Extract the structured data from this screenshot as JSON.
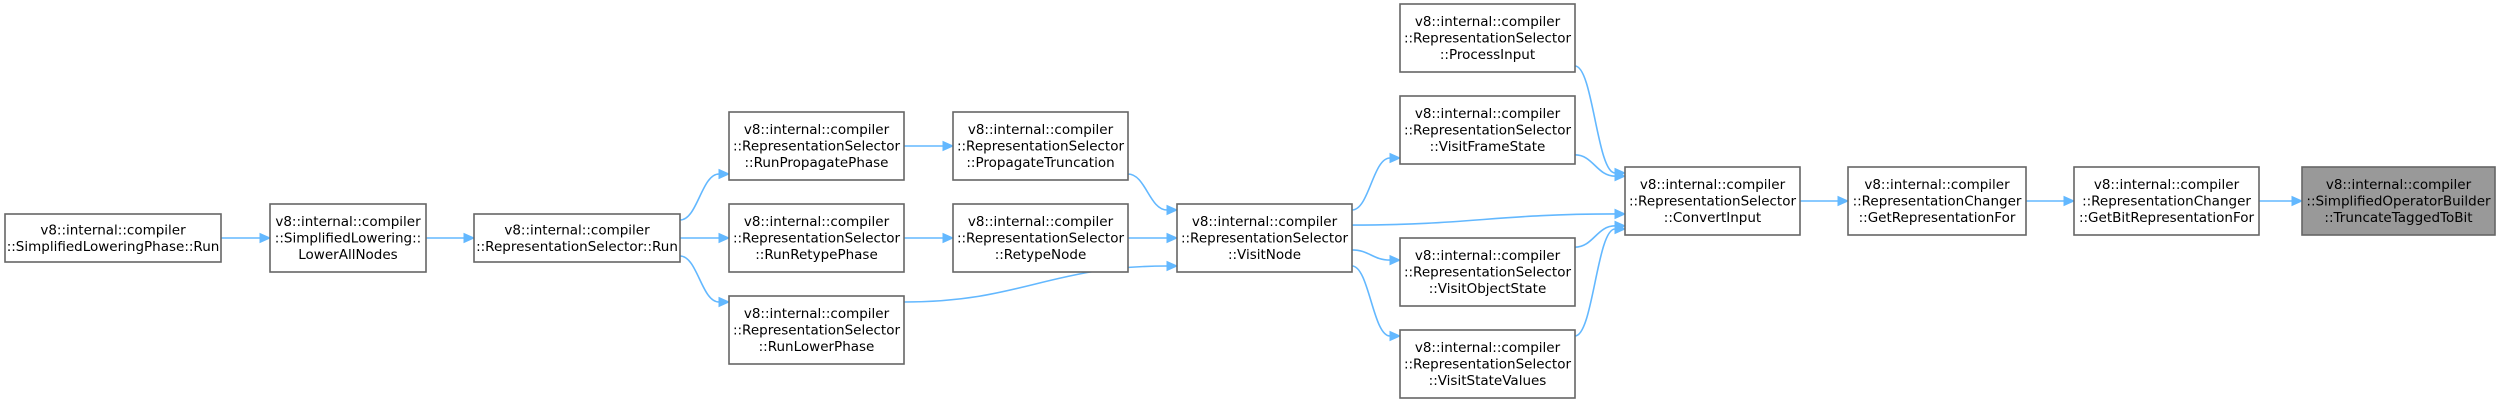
{
  "graph": {
    "nodes": [
      {
        "id": "n_run_phase",
        "name": "node-simplifiedloweringphase-run",
        "lines": [
          "v8::internal::compiler",
          "::SimplifiedLoweringPhase::Run"
        ],
        "highlight": false
      },
      {
        "id": "n_lower_all",
        "name": "node-simplifiedlowering-lowerallnodes",
        "lines": [
          "v8::internal::compiler",
          "::SimplifiedLowering::",
          "LowerAllNodes"
        ],
        "highlight": false
      },
      {
        "id": "n_rs_run",
        "name": "node-representationselector-run",
        "lines": [
          "v8::internal::compiler",
          "::RepresentationSelector::Run"
        ],
        "highlight": false
      },
      {
        "id": "n_run_prop",
        "name": "node-representationselector-runpropagatephase",
        "lines": [
          "v8::internal::compiler",
          "::RepresentationSelector",
          "::RunPropagatePhase"
        ],
        "highlight": false
      },
      {
        "id": "n_run_retype",
        "name": "node-representationselector-runretypephase",
        "lines": [
          "v8::internal::compiler",
          "::RepresentationSelector",
          "::RunRetypePhase"
        ],
        "highlight": false
      },
      {
        "id": "n_run_lower",
        "name": "node-representationselector-runlowerphase",
        "lines": [
          "v8::internal::compiler",
          "::RepresentationSelector",
          "::RunLowerPhase"
        ],
        "highlight": false
      },
      {
        "id": "n_prop_trunc",
        "name": "node-representationselector-propagatetruncation",
        "lines": [
          "v8::internal::compiler",
          "::RepresentationSelector",
          "::PropagateTruncation"
        ],
        "highlight": false
      },
      {
        "id": "n_retype_node",
        "name": "node-representationselector-retypenode",
        "lines": [
          "v8::internal::compiler",
          "::RepresentationSelector",
          "::RetypeNode"
        ],
        "highlight": false
      },
      {
        "id": "n_visit_node",
        "name": "node-representationselector-visitnode",
        "lines": [
          "v8::internal::compiler",
          "::RepresentationSelector",
          "::VisitNode"
        ],
        "highlight": false
      },
      {
        "id": "n_process_input",
        "name": "node-representationselector-processinput",
        "lines": [
          "v8::internal::compiler",
          "::RepresentationSelector",
          "::ProcessInput"
        ],
        "highlight": false
      },
      {
        "id": "n_visit_frame",
        "name": "node-representationselector-visitframestate",
        "lines": [
          "v8::internal::compiler",
          "::RepresentationSelector",
          "::VisitFrameState"
        ],
        "highlight": false
      },
      {
        "id": "n_visit_obj",
        "name": "node-representationselector-visitobjectstate",
        "lines": [
          "v8::internal::compiler",
          "::RepresentationSelector",
          "::VisitObjectState"
        ],
        "highlight": false
      },
      {
        "id": "n_visit_sv",
        "name": "node-representationselector-visitstatevalues",
        "lines": [
          "v8::internal::compiler",
          "::RepresentationSelector",
          "::VisitStateValues"
        ],
        "highlight": false
      },
      {
        "id": "n_convert_input",
        "name": "node-representationselector-convertinput",
        "lines": [
          "v8::internal::compiler",
          "::RepresentationSelector",
          "::ConvertInput"
        ],
        "highlight": false
      },
      {
        "id": "n_get_rep",
        "name": "node-representationchanger-getrepresentationfor",
        "lines": [
          "v8::internal::compiler",
          "::RepresentationChanger",
          "::GetRepresentationFor"
        ],
        "highlight": false
      },
      {
        "id": "n_get_bit",
        "name": "node-representationchanger-getbitrepresentationfor",
        "lines": [
          "v8::internal::compiler",
          "::RepresentationChanger",
          "::GetBitRepresentationFor"
        ],
        "highlight": false
      },
      {
        "id": "n_truncate",
        "name": "node-simplifiedoperatorbuilder-truncatetaggedtobit",
        "lines": [
          "v8::internal::compiler",
          "::SimplifiedOperatorBuilder",
          "::TruncateTaggedToBit"
        ],
        "highlight": true
      }
    ],
    "edges": [
      {
        "from": "n_run_phase",
        "to": "n_lower_all"
      },
      {
        "from": "n_lower_all",
        "to": "n_rs_run"
      },
      {
        "from": "n_rs_run",
        "to": "n_run_prop"
      },
      {
        "from": "n_rs_run",
        "to": "n_run_retype"
      },
      {
        "from": "n_rs_run",
        "to": "n_run_lower"
      },
      {
        "from": "n_run_prop",
        "to": "n_prop_trunc"
      },
      {
        "from": "n_run_retype",
        "to": "n_retype_node"
      },
      {
        "from": "n_run_lower",
        "to": "n_visit_node"
      },
      {
        "from": "n_prop_trunc",
        "to": "n_visit_node"
      },
      {
        "from": "n_retype_node",
        "to": "n_visit_node"
      },
      {
        "from": "n_visit_node",
        "to": "n_visit_frame"
      },
      {
        "from": "n_visit_node",
        "to": "n_convert_input"
      },
      {
        "from": "n_visit_node",
        "to": "n_visit_obj"
      },
      {
        "from": "n_visit_node",
        "to": "n_visit_sv"
      },
      {
        "from": "n_process_input",
        "to": "n_convert_input"
      },
      {
        "from": "n_visit_frame",
        "to": "n_convert_input"
      },
      {
        "from": "n_visit_obj",
        "to": "n_convert_input"
      },
      {
        "from": "n_visit_sv",
        "to": "n_convert_input"
      },
      {
        "from": "n_convert_input",
        "to": "n_get_rep"
      },
      {
        "from": "n_get_rep",
        "to": "n_get_bit"
      },
      {
        "from": "n_get_bit",
        "to": "n_truncate"
      }
    ]
  }
}
